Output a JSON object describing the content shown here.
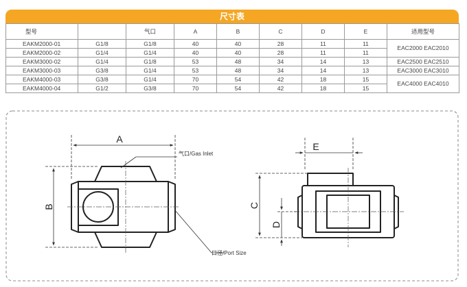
{
  "title": "尺寸表",
  "headers": [
    "型号",
    "",
    "气口",
    "A",
    "B",
    "C",
    "D",
    "E",
    "适用型号"
  ],
  "rows": [
    {
      "model": "EAKM2000-01",
      "port": "G1/8",
      "gas": "G1/8",
      "a": "40",
      "b": "40",
      "c": "28",
      "d": "11",
      "e": "11"
    },
    {
      "model": "EAKM2000-02",
      "port": "G1/4",
      "gas": "G1/4",
      "a": "40",
      "b": "40",
      "c": "28",
      "d": "11",
      "e": "11"
    },
    {
      "model": "EAKM3000-02",
      "port": "G1/4",
      "gas": "G1/8",
      "a": "53",
      "b": "48",
      "c": "34",
      "d": "14",
      "e": "13"
    },
    {
      "model": "EAKM3000-03",
      "port": "G3/8",
      "gas": "G1/4",
      "a": "53",
      "b": "48",
      "c": "34",
      "d": "14",
      "e": "13"
    },
    {
      "model": "EAKM4000-03",
      "port": "G3/8",
      "gas": "G1/4",
      "a": "70",
      "b": "54",
      "c": "42",
      "d": "18",
      "e": "15"
    },
    {
      "model": "EAKM4000-04",
      "port": "G1/2",
      "gas": "G3/8",
      "a": "70",
      "b": "54",
      "c": "42",
      "d": "18",
      "e": "15"
    }
  ],
  "applicable": [
    "EAC2000  EAC2010",
    "EAC2500  EAC2510",
    "EAC3000  EAC3010",
    "EAC4000  EAC4010"
  ],
  "drawing": {
    "label_a": "A",
    "label_b": "B",
    "label_c": "C",
    "label_d": "D",
    "label_e": "E",
    "gas_inlet": "气口/Gas Inlet",
    "port_size": "口径/Port Size"
  },
  "colors": {
    "accent": "#f5a623",
    "line": "#222222",
    "dim_line": "#555555"
  }
}
